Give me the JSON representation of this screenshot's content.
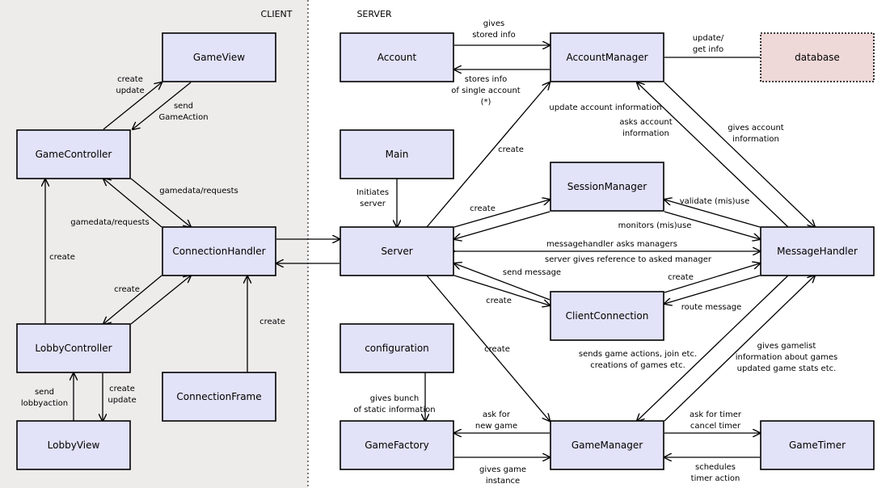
{
  "zones": {
    "client": "CLIENT",
    "server": "SERVER"
  },
  "nodes": {
    "gameview": "GameView",
    "gamecontroller": "GameController",
    "connectionhandler": "ConnectionHandler",
    "lobbycontroller": "LobbyController",
    "lobbyview": "LobbyView",
    "connectionframe": "ConnectionFrame",
    "account": "Account",
    "main": "Main",
    "server": "Server",
    "configuration": "configuration",
    "gamefactory": "GameFactory",
    "accountmanager": "AccountManager",
    "sessionmanager": "SessionManager",
    "clientconnection": "ClientConnection",
    "gamemanager": "GameManager",
    "database": "database",
    "messagehandler": "MessageHandler",
    "gametimer": "GameTimer"
  },
  "labels": {
    "create_update_gc_gv": [
      "create",
      "update"
    ],
    "send_gameaction": [
      "send",
      "GameAction"
    ],
    "gamedata_requests_1": [
      "gamedata/requests"
    ],
    "gamedata_requests_2": [
      "gamedata/requests"
    ],
    "create_gc_lc": [
      "create"
    ],
    "create_ch_lc": [
      "create"
    ],
    "send_lobbyaction": [
      "send",
      "lobbyaction"
    ],
    "create_update_lc_lv": [
      "create",
      "update"
    ],
    "create_cf_ch": [
      "create"
    ],
    "gives_stored_info": [
      "gives",
      "stored info"
    ],
    "stores_info": [
      "stores info",
      "of single account",
      "(*)"
    ],
    "update_get_info": [
      "update/",
      "get info"
    ],
    "initiates_server": [
      "Initiates",
      "server"
    ],
    "create_server_am": [
      "create"
    ],
    "create_server_sm": [
      "create"
    ],
    "update_account_information": [
      "update account information"
    ],
    "asks_account_information": [
      "asks account",
      "information"
    ],
    "gives_account_information": [
      "gives account",
      "information"
    ],
    "validate_misuse": [
      "validate (mis)use"
    ],
    "monitors_misuse": [
      "monitors (mis)use"
    ],
    "messagehandler_asks": [
      "messagehandler asks managers"
    ],
    "server_gives_reference": [
      "server gives reference to asked manager"
    ],
    "send_message": [
      "send message"
    ],
    "create_server_cc": [
      "create"
    ],
    "create_mh_cc": [
      "create"
    ],
    "route_message": [
      "route message"
    ],
    "create_server_gm": [
      "create"
    ],
    "sends_game_actions": [
      "sends game actions, join etc.",
      "creations of games etc."
    ],
    "gives_gamelist": [
      "gives gamelist",
      "information about games",
      "updated game stats etc."
    ],
    "gives_bunch": [
      "gives bunch",
      "of static information"
    ],
    "ask_for_new_game": [
      "ask for",
      "new game"
    ],
    "gives_game_instance": [
      "gives game",
      "instance"
    ],
    "ask_for_timer": [
      "ask for timer",
      "cancel timer"
    ],
    "schedules_timer": [
      "schedules",
      "timer action"
    ]
  }
}
